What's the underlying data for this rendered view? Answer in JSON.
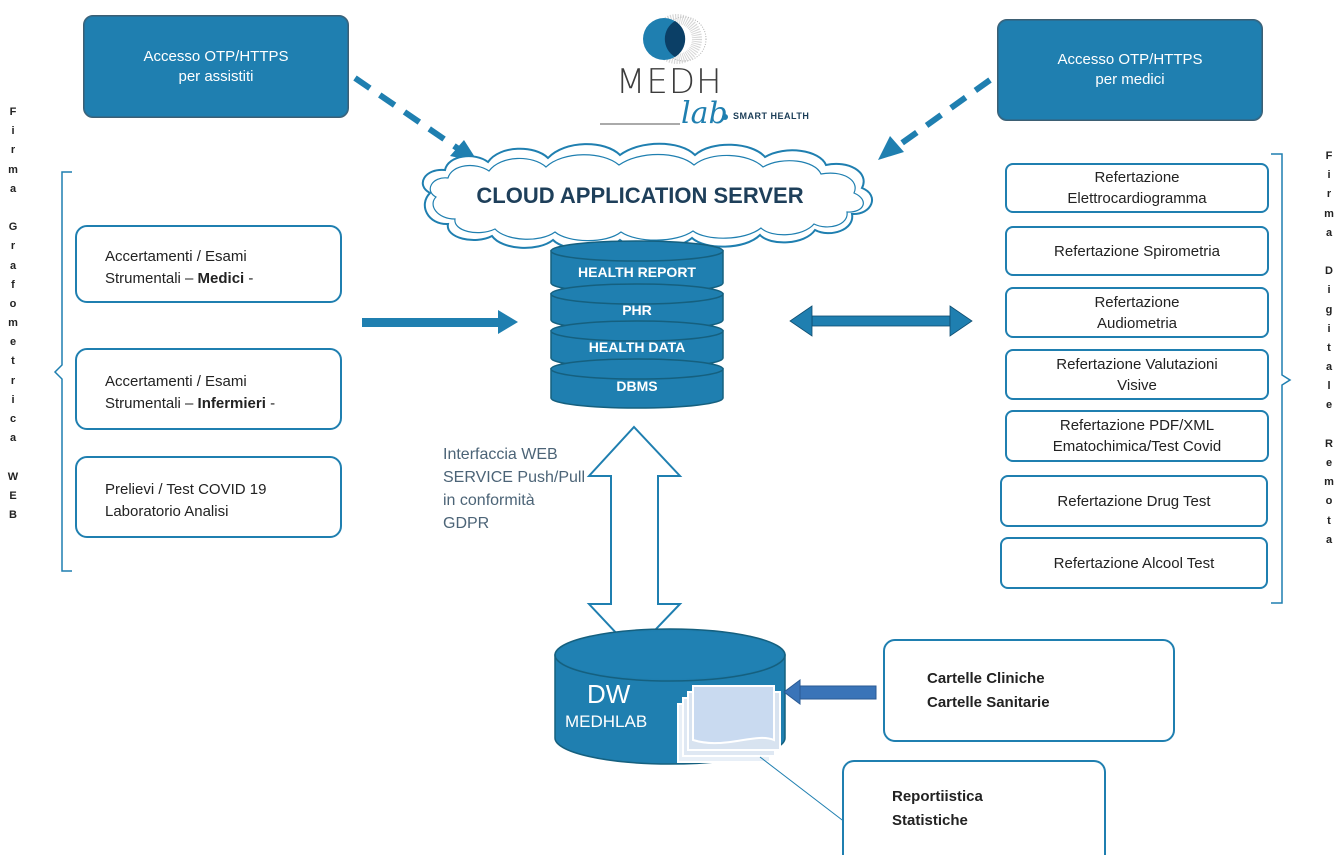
{
  "logo": {
    "brand": "MEDH",
    "sub": "lab",
    "tagline": "SMART HEALTH",
    "colors": {
      "blue": "#1f7fb0",
      "dark": "#3c3c3c"
    }
  },
  "access": {
    "patients": {
      "line1": "Accesso OTP/HTTPS",
      "line2": "per assistiti"
    },
    "doctors": {
      "line1": "Accesso OTP/HTTPS",
      "line2": "per medici"
    }
  },
  "cloud": {
    "title": "CLOUD APPLICATION SERVER"
  },
  "database": {
    "layers": [
      "HEALTH REPORT",
      "PHR",
      "HEALTH DATA",
      "DBMS"
    ]
  },
  "left_side": {
    "vertical_label": [
      "F",
      "i",
      "r",
      "m",
      "a",
      "",
      "G",
      "r",
      "a",
      "f",
      "o",
      "m",
      "e",
      "t",
      "r",
      "i",
      "c",
      "a",
      "",
      "W",
      "E",
      "B"
    ],
    "boxes": [
      {
        "line1": "Accertamenti / Esami",
        "line2_pre": "Strumentali – ",
        "line2_bold": "Medici",
        "line2_post": " -"
      },
      {
        "line1": "Accertamenti / Esami",
        "line2_pre": "Strumentali – ",
        "line2_bold": "Infermieri",
        "line2_post": " -"
      },
      {
        "line1": "Prelievi / Test COVID 19",
        "line2": "Laboratorio Analisi"
      }
    ]
  },
  "right_side": {
    "vertical_label": [
      "F",
      "i",
      "r",
      "m",
      "a",
      "",
      "D",
      "i",
      "g",
      "i",
      "t",
      "a",
      "l",
      "e",
      "",
      "R",
      "e",
      "m",
      "o",
      "t",
      "a"
    ],
    "boxes": [
      {
        "line1": "Refertazione",
        "line2": "Elettrocardiogramma"
      },
      {
        "line1": "Refertazione Spirometria",
        "line2": ""
      },
      {
        "line1": "Refertazione",
        "line2": "Audiometria"
      },
      {
        "line1": "Refertazione Valutazioni",
        "line2": "Visive"
      },
      {
        "line1": "Refertazione PDF/XML",
        "line2": "Ematochimica/Test Covid"
      },
      {
        "line1": "Refertazione Drug Test",
        "line2": ""
      },
      {
        "line1": "Refertazione Alcool Test",
        "line2": ""
      }
    ]
  },
  "interface": {
    "lines": [
      "Interfaccia  WEB",
      "SERVICE Push/Pull",
      "in conformità",
      "GDPR"
    ]
  },
  "dw": {
    "title": "DW",
    "subtitle": "MEDHLAB",
    "cartelle": {
      "line1": "Cartelle Cliniche",
      "line2": "Cartelle Sanitarie"
    },
    "report": {
      "line1": "Reportiistica",
      "line2": "Statistiche"
    }
  },
  "colors": {
    "primary": "#1f7fb0",
    "db_fill": "#1f7fb0",
    "cloud_title": "#1e3f5a"
  }
}
